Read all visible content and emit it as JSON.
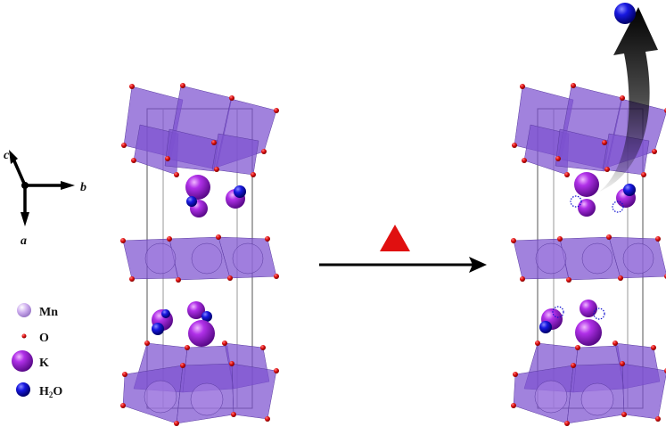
{
  "axes": {
    "c": "c",
    "b": "b",
    "a": "a"
  },
  "legend": [
    {
      "label": "Mn",
      "color": "#c9a8ec"
    },
    {
      "label": "O",
      "color": "#e01010"
    },
    {
      "label": "K",
      "color": "#9a1fd6"
    },
    {
      "label": "H",
      "sub": "2",
      "tail": "O",
      "color": "#1010d0"
    }
  ],
  "colors": {
    "octahedra": "#7d52d0",
    "oxygen": "#e01010",
    "potassium": "#9a1fd6",
    "water": "#1010d0",
    "heat_triangle": "#e01010"
  },
  "process": {
    "symbol": "heating-triangle",
    "direction": "left-to-right",
    "water_released": true
  }
}
